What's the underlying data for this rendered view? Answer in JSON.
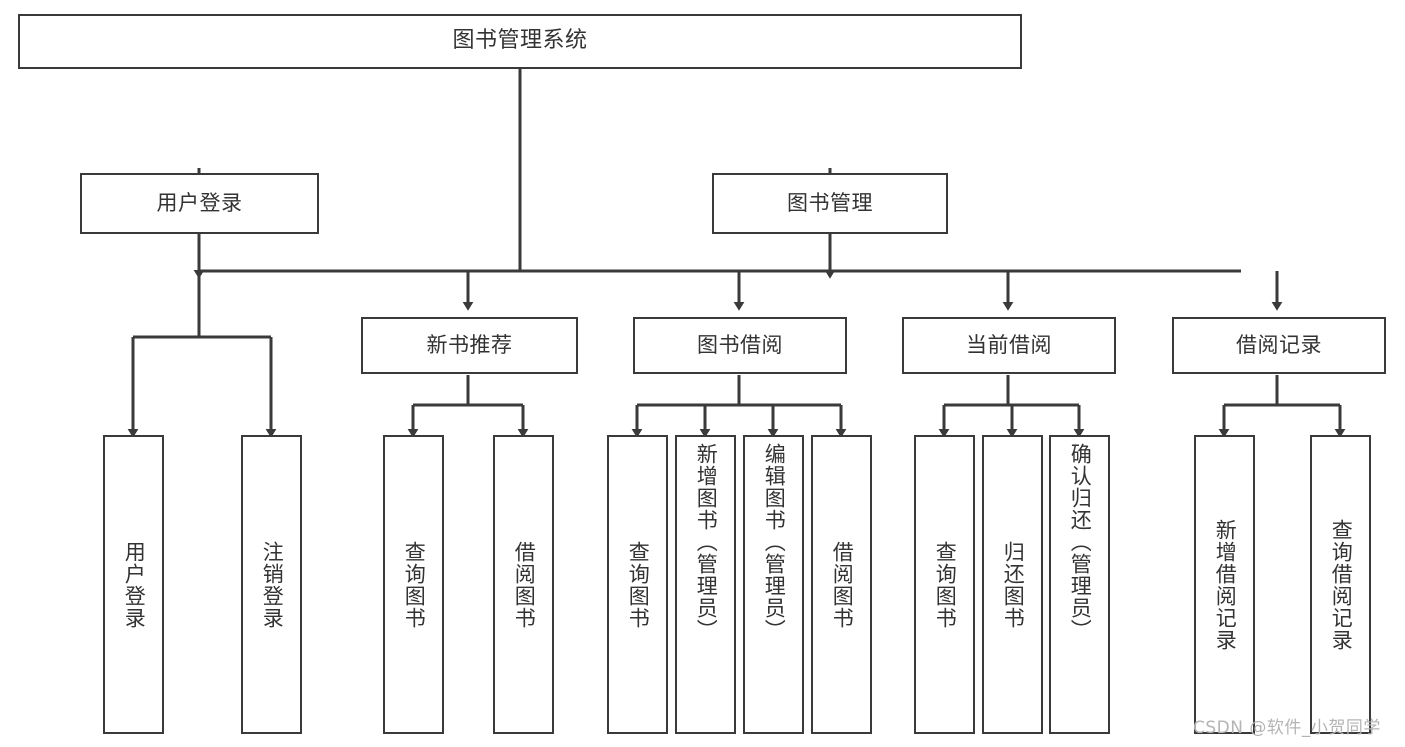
{
  "diagram": {
    "title": "图书管理系统",
    "type": "tree-hierarchy-chart",
    "line_color": "#3a3a3a",
    "text_color": "#333333",
    "background_color": "#ffffff",
    "watermark": "CSDN @软件_小贺同学",
    "nodes": {
      "root": {
        "label": "图书管理系统"
      },
      "level2": [
        {
          "label": "用户登录"
        },
        {
          "label": "图书管理"
        }
      ],
      "level3": [
        {
          "label": "新书推荐"
        },
        {
          "label": "图书借阅"
        },
        {
          "label": "当前借阅"
        },
        {
          "label": "借阅记录"
        }
      ],
      "leaves": {
        "user_login": [
          {
            "label": "用户登录"
          },
          {
            "label": "注销登录"
          }
        ],
        "new_book_recommend": [
          {
            "label": "查询图书"
          },
          {
            "label": "借阅图书"
          }
        ],
        "book_borrow": [
          {
            "label": "查询图书"
          },
          {
            "label": "新增图书（管理员）"
          },
          {
            "label": "编辑图书（管理员）"
          },
          {
            "label": "借阅图书"
          }
        ],
        "current_borrow": [
          {
            "label": "查询图书"
          },
          {
            "label": "归还图书"
          },
          {
            "label": "确认归还（管理员）"
          }
        ],
        "borrow_record": [
          {
            "label": "新增借阅记录"
          },
          {
            "label": "查询借阅记录"
          }
        ]
      }
    }
  }
}
